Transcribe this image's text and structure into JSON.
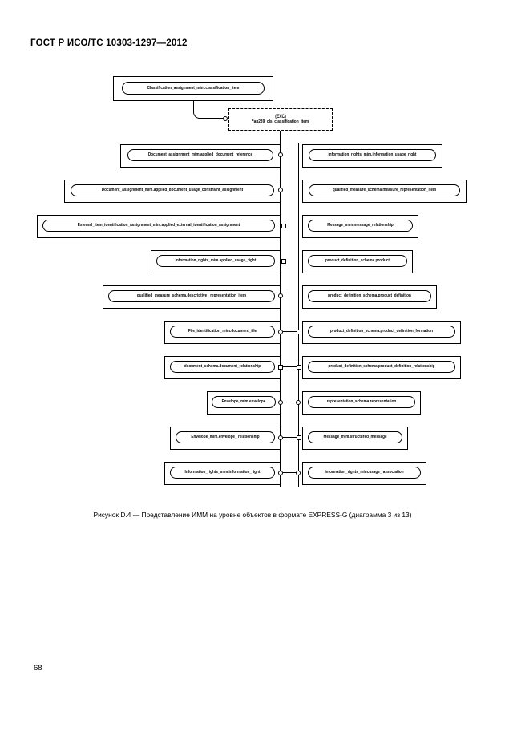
{
  "document": {
    "header": "ГОСТ Р ИСО/ТС 10303-1297—2012",
    "page_number": "68",
    "figure_caption": "Рисунок  D.4 — Представление ИММ на уровне объектов в формате EXPRESS-G (диаграмма 3 из 13)"
  },
  "diagram": {
    "title": "EXPRESS-G object level diagram 3 of 13",
    "schema_reference": {
      "line1": "(EXC)",
      "line2": "*ap239_cls_classification_item"
    },
    "entities": [
      {
        "id": "e0",
        "label": "Classification_assignment_mim.classification_item",
        "column": "center-top"
      },
      {
        "id": "e1",
        "label": "Document_assignment_mim.applied_document_reference",
        "column": "left"
      },
      {
        "id": "e2",
        "label": "information_rights_mim.information_usage_right",
        "column": "right"
      },
      {
        "id": "e3",
        "label": "Document_assignment_mim.applied_document_usage_constraint_assignment",
        "column": "left"
      },
      {
        "id": "e4",
        "label": "qualified_measure_schema.measure_representation_item",
        "column": "right"
      },
      {
        "id": "e5",
        "label": "External_item_identification_assignment_mim.applied_external_identification_assignment",
        "column": "left"
      },
      {
        "id": "e6",
        "label": "Message_mim.message_relationship",
        "column": "right"
      },
      {
        "id": "e7",
        "label": "Information_rights_mim.applied_usage_right",
        "column": "left"
      },
      {
        "id": "e8",
        "label": "product_definition_schema.product",
        "column": "right"
      },
      {
        "id": "e9",
        "label": "qualified_measure_schema.descriptive_ representation_item",
        "column": "left"
      },
      {
        "id": "e10",
        "label": "product_definition_schema.product_definition",
        "column": "right"
      },
      {
        "id": "e11",
        "label": "File_identification_mim.document_file",
        "column": "left"
      },
      {
        "id": "e12",
        "label": "product_definition_schema.product_definition_formation",
        "column": "right"
      },
      {
        "id": "e13",
        "label": "document_schema.document_relationship",
        "column": "left"
      },
      {
        "id": "e14",
        "label": "product_definition_schema.product_definition_relationship",
        "column": "right"
      },
      {
        "id": "e15",
        "label": "Envelope_mim.envelope",
        "column": "left"
      },
      {
        "id": "e16",
        "label": "representation_schema.representation",
        "column": "right"
      },
      {
        "id": "e17",
        "label": "Envelope_mim.envelope_ relationship",
        "column": "left"
      },
      {
        "id": "e18",
        "label": "Message_mim.structured_message",
        "column": "right"
      },
      {
        "id": "e19",
        "label": "Information_rights_mim.information_right",
        "column": "left"
      },
      {
        "id": "e20",
        "label": "Information_rights_mim.usage_ association",
        "column": "right"
      }
    ]
  }
}
